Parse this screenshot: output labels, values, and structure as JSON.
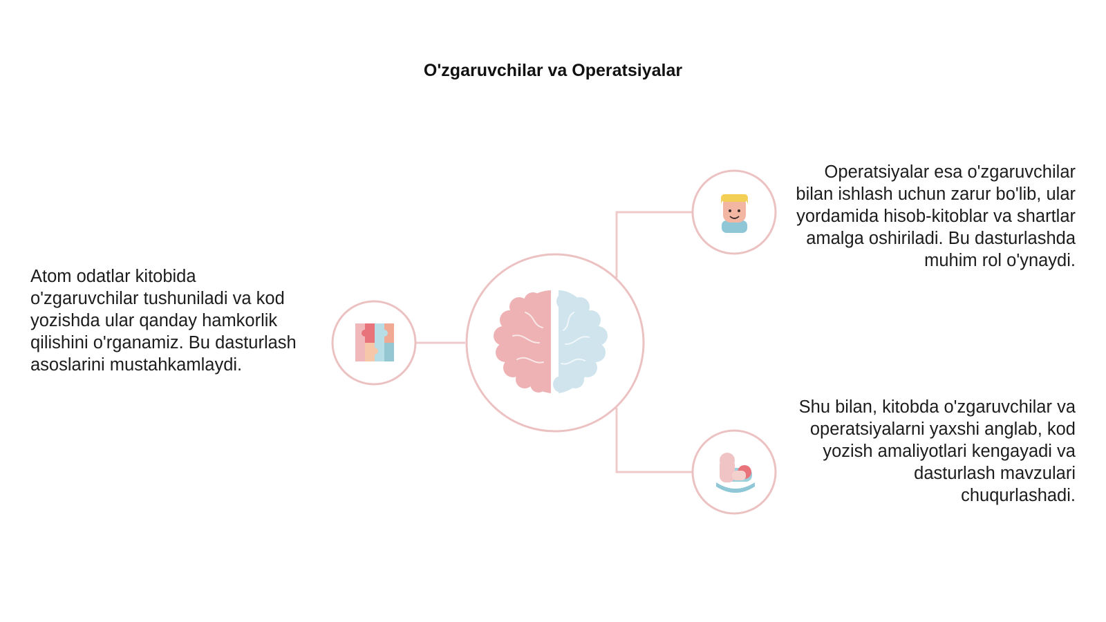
{
  "title": "O'zgaruvchilar va Operatsiyalar",
  "colors": {
    "ring": "#ecc1c1",
    "connector": "#efcaca",
    "brain_left": "#eeb2b4",
    "brain_right": "#cfe4ec"
  },
  "hub": {
    "icon": "brain-icon"
  },
  "nodes": [
    {
      "id": "left",
      "icon": "puzzle-icon",
      "text": "Atom odatlar kitobida o'zgaruvchilar tushuniladi va kod yozishda ular qanday hamkorlik qilishini o'rganamiz. Bu dasturlash asoslarini mustahkamlaydi."
    },
    {
      "id": "right-top",
      "icon": "person-icon",
      "text": "Operatsiyalar esa o'zgaruvchilar bilan ishlash uchun zarur bo'lib, ular yordamida hisob-kitoblar va shartlar amalga oshiriladi. Bu dasturlashda muhim rol o'ynaydi."
    },
    {
      "id": "right-bottom",
      "icon": "rocking-horse-icon",
      "text": "Shu bilan, kitobda o'zgaruvchilar va operatsiyalarni yaxshi anglab, kod yozish amaliyotlari kengayadi va dasturlash mavzulari chuqurlashadi."
    }
  ]
}
